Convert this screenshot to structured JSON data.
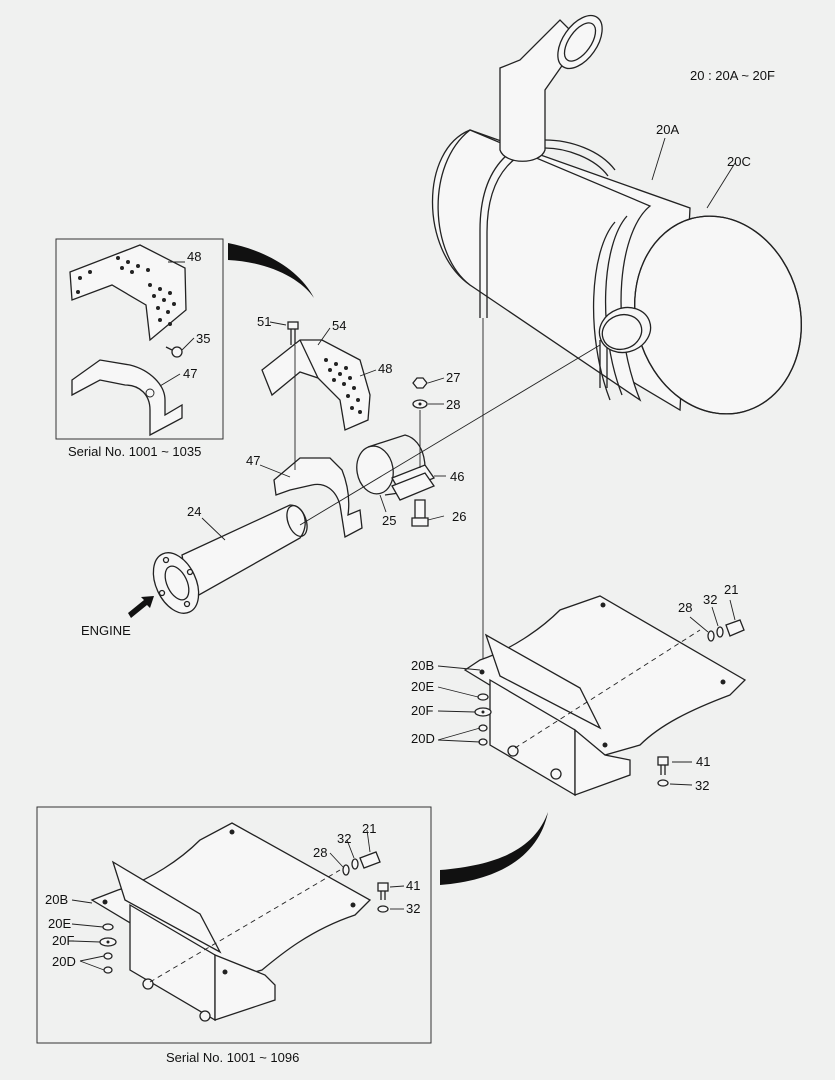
{
  "header_note": "20 : 20A ~ 20F",
  "engine_label": "ENGINE",
  "inset_top": {
    "caption": "Serial No. 1001 ~ 1035",
    "labels": [
      "48",
      "35",
      "47"
    ]
  },
  "inset_bottom": {
    "caption": "Serial No. 1001 ~ 1096",
    "labels": [
      "21",
      "32",
      "28",
      "41",
      "32",
      "20B",
      "20E",
      "20F",
      "20D"
    ]
  },
  "main_labels": {
    "muffler_body": "20A",
    "muffler_band": "20C",
    "bolt_51": "51",
    "bracket_54": "54",
    "cover_48": "48",
    "nut_27": "27",
    "washer_28a": "28",
    "bracket_47": "47",
    "clamp_46": "46",
    "clamp_25": "25",
    "bolt_26": "26",
    "pipe_24": "24",
    "washer_28b": "28",
    "washer_32a": "32",
    "bolt_21": "21",
    "label_20b": "20B",
    "label_20e": "20E",
    "label_20f": "20F",
    "label_20d": "20D",
    "bolt_41": "41",
    "washer_32b": "32"
  }
}
